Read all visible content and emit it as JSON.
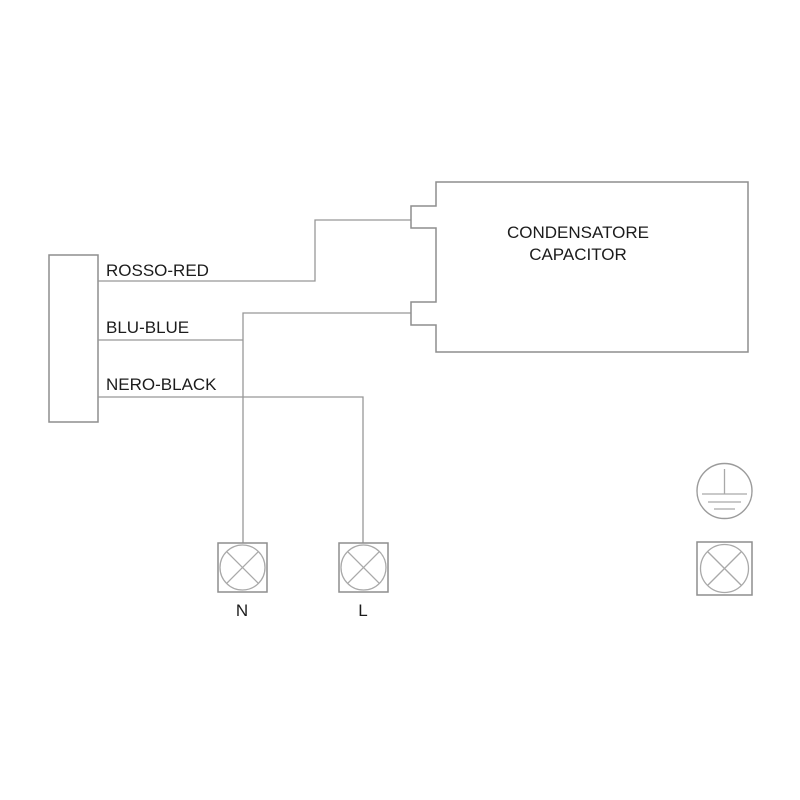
{
  "diagram": {
    "wire_labels": [
      "ROSSO-RED",
      "BLU-BLUE",
      "NERO-BLACK"
    ],
    "capacitor": {
      "line1": "CONDENSATORE",
      "line2": "CAPACITOR"
    },
    "terminals": {
      "neutral": "N",
      "line": "L"
    },
    "icons": {
      "earth": "protective-earth-icon",
      "lamp": "lamp-x-icon",
      "terminal_neutral": "lamp-x-icon",
      "terminal_line": "lamp-x-icon"
    },
    "colors": {
      "background": "#ffffff",
      "line_gray": "#969696",
      "box_gray": "#8e8e8e",
      "text": "#1c1c1c"
    }
  }
}
